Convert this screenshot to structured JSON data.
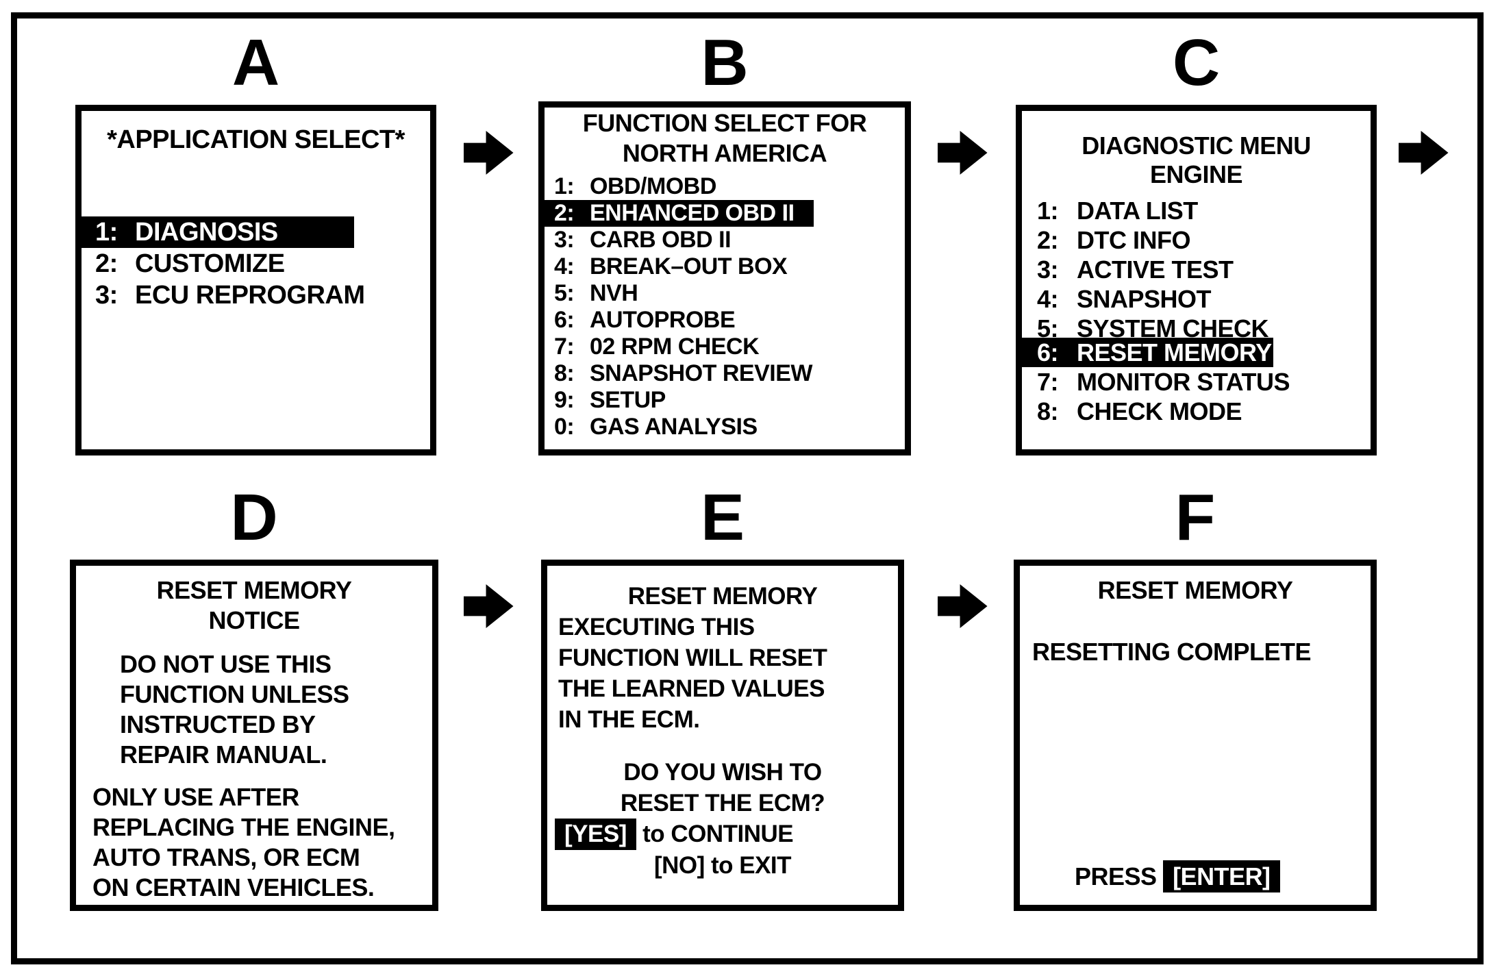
{
  "colors": {
    "ink": "#000000",
    "paper": "#ffffff"
  },
  "icons": {
    "flow_arrow": "arrow-right-icon"
  },
  "panel_a": {
    "label": "A",
    "title": "*APPLICATION SELECT*",
    "items": [
      {
        "num": "1:",
        "text": "DIAGNOSIS",
        "hl": true
      },
      {
        "num": "2:",
        "text": "CUSTOMIZE",
        "hl": false
      },
      {
        "num": "3:",
        "text": "ECU REPROGRAM",
        "hl": false
      }
    ]
  },
  "panel_b": {
    "label": "B",
    "title1": "FUNCTION SELECT FOR",
    "title2": "NORTH AMERICA",
    "items": [
      {
        "num": "1:",
        "text": "OBD/MOBD",
        "hl": false
      },
      {
        "num": "2:",
        "text": "ENHANCED OBD II",
        "hl": true
      },
      {
        "num": "3:",
        "text": "CARB OBD II",
        "hl": false
      },
      {
        "num": "4:",
        "text": "BREAK–OUT BOX",
        "hl": false
      },
      {
        "num": "5:",
        "text": "NVH",
        "hl": false
      },
      {
        "num": "6:",
        "text": "AUTOPROBE",
        "hl": false
      },
      {
        "num": "7:",
        "text": "02 RPM CHECK",
        "hl": false
      },
      {
        "num": "8:",
        "text": "SNAPSHOT REVIEW",
        "hl": false
      },
      {
        "num": "9:",
        "text": "SETUP",
        "hl": false
      },
      {
        "num": "0:",
        "text": "GAS ANALYSIS",
        "hl": false
      }
    ]
  },
  "panel_c": {
    "label": "C",
    "title1": "DIAGNOSTIC MENU",
    "title2": "ENGINE",
    "items": [
      {
        "num": "1:",
        "text": "DATA LIST",
        "hl": false
      },
      {
        "num": "2:",
        "text": "DTC INFO",
        "hl": false
      },
      {
        "num": "3:",
        "text": "ACTIVE TEST",
        "hl": false
      },
      {
        "num": "4:",
        "text": "SNAPSHOT",
        "hl": false
      },
      {
        "num": "5:",
        "text": "SYSTEM CHECK",
        "hl": false
      },
      {
        "num": "6:",
        "text": "RESET MEMORY",
        "hl": true
      },
      {
        "num": "7:",
        "text": "MONITOR STATUS",
        "hl": false
      },
      {
        "num": "8:",
        "text": "CHECK MODE",
        "hl": false
      }
    ]
  },
  "panel_d": {
    "label": "D",
    "title1": "RESET MEMORY",
    "title2": "NOTICE",
    "para1": [
      "DO NOT USE THIS",
      "FUNCTION UNLESS",
      "INSTRUCTED BY",
      "REPAIR MANUAL."
    ],
    "para2": [
      "ONLY USE AFTER",
      "REPLACING THE ENGINE,",
      "AUTO TRANS, OR ECM",
      "ON CERTAIN VEHICLES."
    ]
  },
  "panel_e": {
    "label": "E",
    "title": "RESET MEMORY",
    "body": [
      "EXECUTING THIS",
      "FUNCTION WILL RESET",
      "THE LEARNED VALUES",
      "IN THE ECM."
    ],
    "question": [
      "DO YOU WISH TO",
      "RESET THE ECM?"
    ],
    "yes_key": "[YES]",
    "yes_rest": "to CONTINUE",
    "no_line": "[NO] to EXIT"
  },
  "panel_f": {
    "label": "F",
    "title": "RESET MEMORY",
    "status": "RESETTING COMPLETE",
    "press_label": "PRESS",
    "enter_key": "[ENTER]"
  }
}
